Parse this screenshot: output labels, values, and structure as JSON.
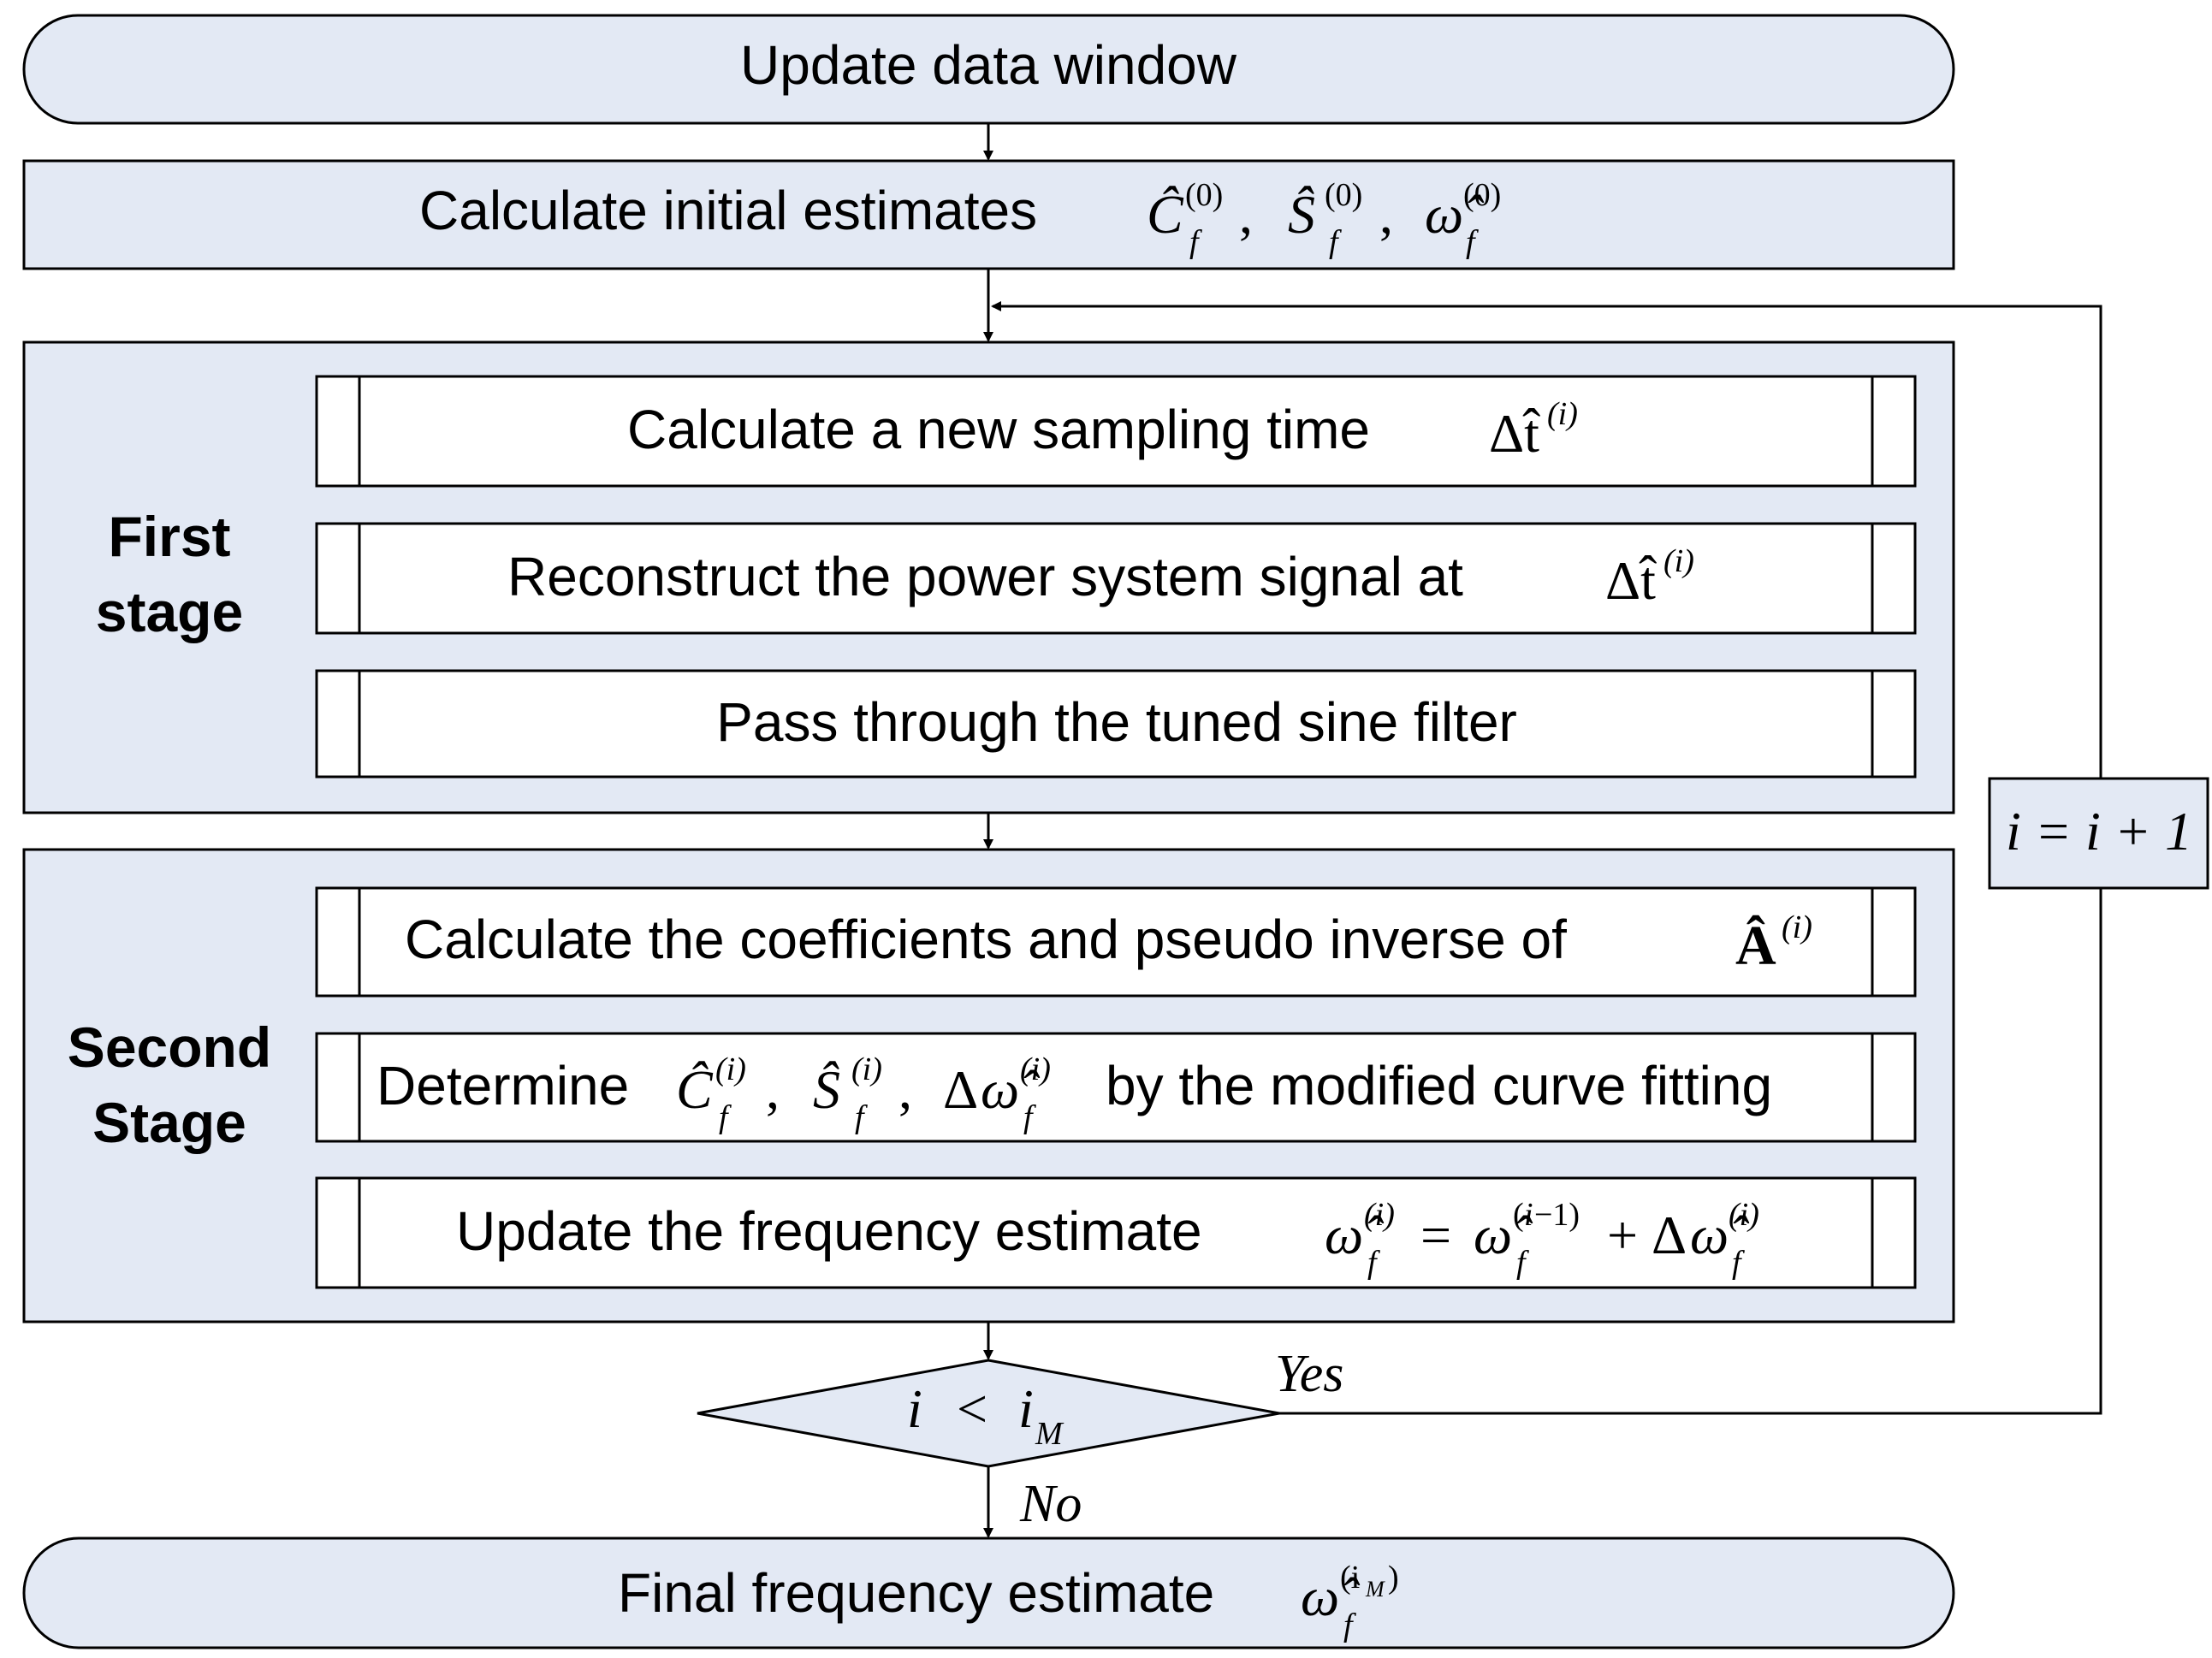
{
  "colors": {
    "box_fill": "#e3e9f4",
    "inner_fill": "#ffffff",
    "stroke": "#000000"
  },
  "nodes": {
    "update_window": "Update data window",
    "initial_estimates": {
      "text": "Calculate initial estimates",
      "math": [
        "Ĉ",
        "(0)",
        "f",
        "Ŝ",
        "(0)",
        "f",
        "ω̂",
        "(0)",
        "f"
      ]
    },
    "stage1": {
      "label_line1": "First",
      "label_line2": "stage",
      "step1": "Calculate a new sampling time",
      "step1_math": "Δt̂",
      "step1_sup": "(i)",
      "step2": "Reconstruct the power system signal at",
      "step2_math": "Δt̂",
      "step2_sup": "(i)",
      "step3": "Pass through the tuned sine filter"
    },
    "stage2": {
      "label_line1": "Second",
      "label_line2": "Stage",
      "step1": "Calculate the coefficients and pseudo inverse of",
      "step1_math": "Â",
      "step1_sup": "(i)",
      "step2_pre": "Determine",
      "step2_post": "by the modified curve fitting",
      "step3": "Update the frequency estimate"
    },
    "decision": {
      "lhs": "i",
      "op": "<",
      "rhs": "i",
      "rhs_sub": "M"
    },
    "increment": "i = i + 1",
    "final": {
      "text": "Final frequency estimate",
      "math": "ω̂",
      "sub": "f",
      "sup": "(i",
      "sup_sub": "M",
      "sup_close": ")"
    }
  },
  "edges": {
    "yes_label": "Yes",
    "no_label": "No"
  }
}
